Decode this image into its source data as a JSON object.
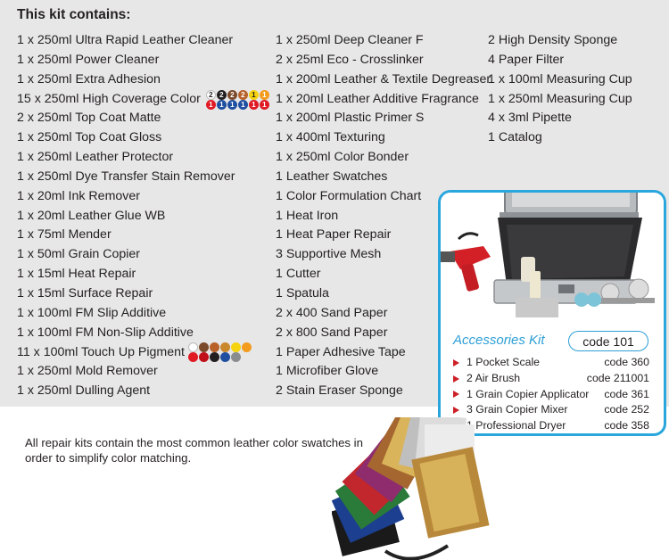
{
  "title": "This kit contains:",
  "col1": [
    "1 x 250ml Ultra Rapid Leather Cleaner",
    "1 x 250ml Power Cleaner",
    "1 x 250ml Extra Adhesion",
    "15 x 250ml High Coverage Color",
    "2 x 250ml Top Coat Matte",
    "1 x 250ml Top Coat Gloss",
    "1 x 250ml Leather Protector",
    "1 x 250ml Dye Transfer Stain Remover",
    "1 x 20ml Ink Remover",
    "1 x 20ml Leather Glue WB",
    "1 x 75ml Mender",
    "1 x 50ml Grain Copier",
    "1 x 15ml Heat Repair",
    "1 x 15ml Surface Repair",
    "1 x 100ml FM Slip Additive",
    "1 x 100ml FM Non-Slip Additive",
    "11 x 100ml Touch Up Pigment",
    "1 x 250ml Mold Remover",
    "1 x 250ml Dulling Agent"
  ],
  "col2": [
    "1 x 250ml Deep Cleaner F",
    "2 x 25ml Eco - Crosslinker",
    "1 x 200ml Leather & Textile Degreaser",
    "1 x 20ml Leather Additive Fragrance",
    "1 x 200ml Plastic Primer S",
    "1 x 400ml Texturing",
    "1 x 250ml Color Bonder",
    "1 Leather Swatches",
    "1 Color Formulation Chart",
    "1 Heat Iron",
    "1 Heat Paper Repair",
    "3 Supportive Mesh",
    "1 Cutter",
    "1 Spatula",
    "2 x 400 Sand Paper",
    "2 x 800 Sand Paper",
    "1 Paper Adhesive Tape",
    "1 Microfiber Glove",
    "2 Stain Eraser Sponge"
  ],
  "col3": [
    "2 High Density Sponge",
    "4 Paper Filter",
    "1 x 100ml Measuring Cup",
    "1 x 250ml Measuring Cup",
    "4 x 3ml Pipette",
    "1 Catalog"
  ],
  "color_dots": {
    "top": [
      {
        "label": "2",
        "color": "#ffffff",
        "text": "#231f20"
      },
      {
        "label": "2",
        "color": "#231f20",
        "text": "#ffffff"
      },
      {
        "label": "2",
        "color": "#7b4a2a",
        "text": "#ffffff"
      },
      {
        "label": "2",
        "color": "#b8622a",
        "text": "#ffffff"
      },
      {
        "label": "1",
        "color": "#f5d30f",
        "text": "#231f20"
      },
      {
        "label": "1",
        "color": "#f29b1d",
        "text": "#ffffff"
      }
    ],
    "bottom": [
      {
        "label": "1",
        "color": "#e01b24",
        "text": "#ffffff"
      },
      {
        "label": "1",
        "color": "#1f4fa0",
        "text": "#ffffff"
      },
      {
        "label": "1",
        "color": "#1f4fa0",
        "text": "#ffffff"
      },
      {
        "label": "1",
        "color": "#1f4fa0",
        "text": "#ffffff"
      },
      {
        "label": "1",
        "color": "#e01b24",
        "text": "#ffffff"
      },
      {
        "label": "1",
        "color": "#e01b24",
        "text": "#ffffff"
      }
    ]
  },
  "pigment_dots": {
    "top": [
      "#ffffff",
      "#7b4a2a",
      "#b8622a",
      "#c9882c",
      "#f5d30f",
      "#f29b1d"
    ],
    "bottom": [
      "#e01b24",
      "#c0101a",
      "#231f20",
      "#1f4fa0",
      "#8a8c8e"
    ]
  },
  "accessories": {
    "heading": "Accessories Kit",
    "code": "code 101",
    "items": [
      {
        "name": "1 Pocket Scale",
        "code": "code 360"
      },
      {
        "name": "2 Air Brush",
        "code": "code 211001"
      },
      {
        "name": "1 Grain Copier Applicator",
        "code": "code 361"
      },
      {
        "name": "3 Grain Copier Mixer",
        "code": "code 252"
      },
      {
        "name": "1 Professional Dryer",
        "code": "code 358"
      }
    ],
    "accent_color": "#29a6dc",
    "bullet_color": "#cc1f26"
  },
  "note": "All repair kits contain the most common leather color swatches in order to simplify color matching."
}
